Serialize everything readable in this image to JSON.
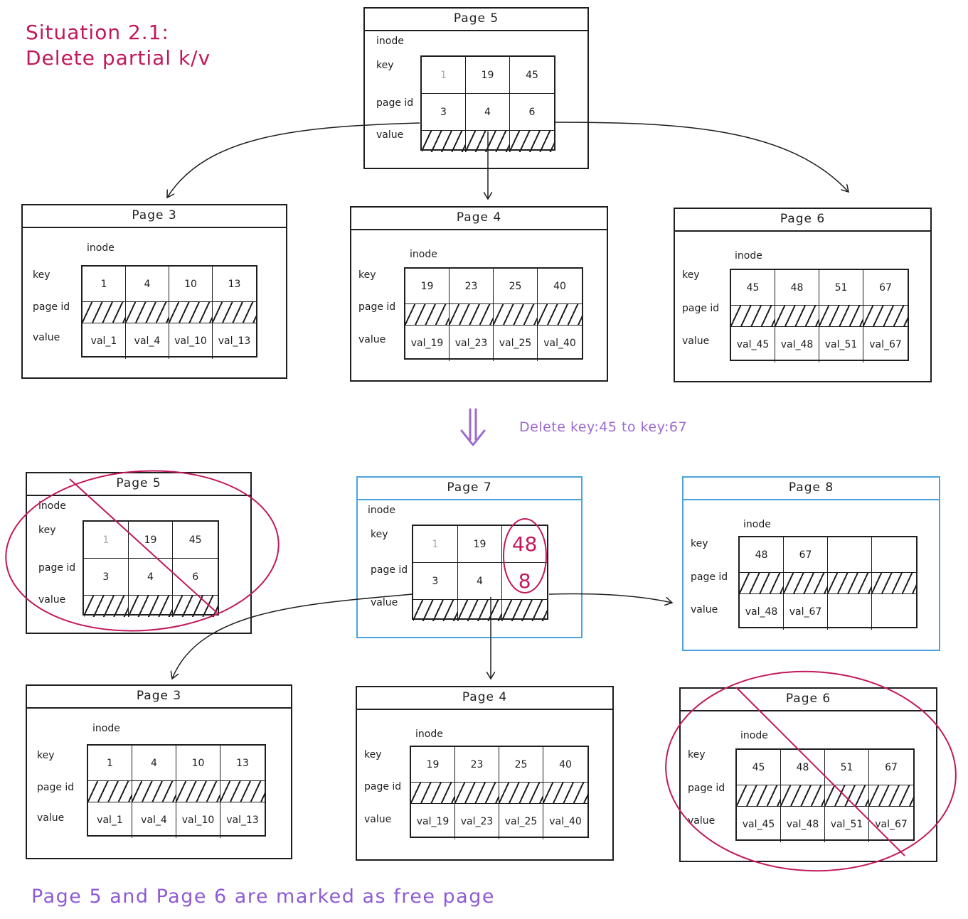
{
  "title": {
    "line1": "Situation 2.1:",
    "line2": "Delete partial k/v"
  },
  "transition_note": "Delete key:45 to key:67",
  "footer_note": "Page 5 and Page 6 are marked as free page",
  "labels": {
    "inode": "inode",
    "key": "key",
    "page_id": "page id",
    "value": "value"
  },
  "colors": {
    "annotation_red": "#c2185b",
    "note_purple": "#9c6ad0",
    "new_page_blue": "#4aa3df",
    "ink": "#1e1e1e"
  },
  "pages": [
    {
      "id": "before-page5",
      "title": "Page 5",
      "type": "branch",
      "keys": [
        "1",
        "19",
        "45"
      ],
      "page_ids": [
        "3",
        "4",
        "6"
      ],
      "values": [
        "",
        "",
        ""
      ]
    },
    {
      "id": "before-page3",
      "title": "Page 3",
      "type": "leaf",
      "keys": [
        "1",
        "4",
        "10",
        "13"
      ],
      "page_ids": [
        "",
        "",
        "",
        ""
      ],
      "values": [
        "val_1",
        "val_4",
        "val_10",
        "val_13"
      ]
    },
    {
      "id": "before-page4",
      "title": "Page 4",
      "type": "leaf",
      "keys": [
        "19",
        "23",
        "25",
        "40"
      ],
      "page_ids": [
        "",
        "",
        "",
        ""
      ],
      "values": [
        "val_19",
        "val_23",
        "val_25",
        "val_40"
      ]
    },
    {
      "id": "before-page6",
      "title": "Page 6",
      "type": "leaf",
      "keys": [
        "45",
        "48",
        "51",
        "67"
      ],
      "page_ids": [
        "",
        "",
        "",
        ""
      ],
      "values": [
        "val_45",
        "val_48",
        "val_51",
        "val_67"
      ]
    },
    {
      "id": "after-page5",
      "title": "Page 5",
      "type": "branch",
      "freed": true,
      "keys": [
        "1",
        "19",
        "45"
      ],
      "page_ids": [
        "3",
        "4",
        "6"
      ],
      "values": [
        "",
        "",
        ""
      ]
    },
    {
      "id": "after-page7",
      "title": "Page 7",
      "type": "branch",
      "new": true,
      "keys": [
        "1",
        "19",
        "48"
      ],
      "page_ids": [
        "3",
        "4",
        "8"
      ],
      "values": [
        "",
        "",
        ""
      ]
    },
    {
      "id": "after-page8",
      "title": "Page 8",
      "type": "leaf",
      "new": true,
      "keys": [
        "48",
        "67",
        "",
        ""
      ],
      "page_ids": [
        "",
        "",
        "",
        ""
      ],
      "values": [
        "val_48",
        "val_67",
        "",
        ""
      ]
    },
    {
      "id": "after-page3",
      "title": "Page 3",
      "type": "leaf",
      "keys": [
        "1",
        "4",
        "10",
        "13"
      ],
      "page_ids": [
        "",
        "",
        "",
        ""
      ],
      "values": [
        "val_1",
        "val_4",
        "val_10",
        "val_13"
      ]
    },
    {
      "id": "after-page4",
      "title": "Page 4",
      "type": "leaf",
      "keys": [
        "19",
        "23",
        "25",
        "40"
      ],
      "page_ids": [
        "",
        "",
        "",
        ""
      ],
      "values": [
        "val_19",
        "val_23",
        "val_25",
        "val_40"
      ]
    },
    {
      "id": "after-page6",
      "title": "Page 6",
      "type": "leaf",
      "freed": true,
      "keys": [
        "45",
        "48",
        "51",
        "67"
      ],
      "page_ids": [
        "",
        "",
        "",
        ""
      ],
      "values": [
        "val_45",
        "val_48",
        "val_51",
        "val_67"
      ]
    }
  ]
}
